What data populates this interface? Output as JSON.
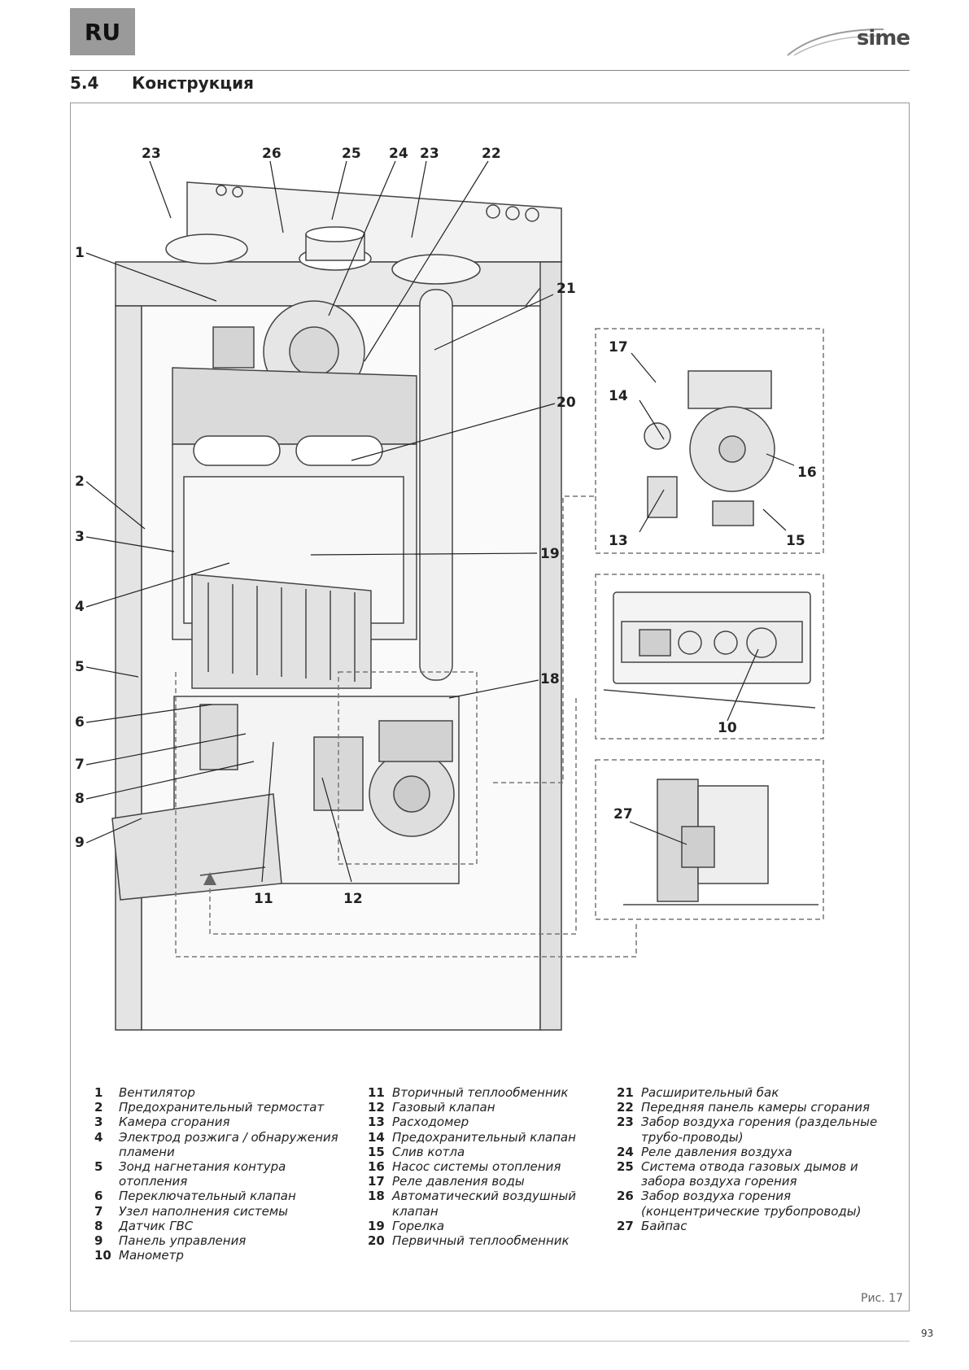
{
  "header": {
    "lang_badge": "RU",
    "logo_text": "sime"
  },
  "section": {
    "number": "5.4",
    "title": "Конструкция"
  },
  "callouts": {
    "c1": "1",
    "c2": "2",
    "c3": "3",
    "c4": "4",
    "c5": "5",
    "c6": "6",
    "c7": "7",
    "c8": "8",
    "c9": "9",
    "c10": "10",
    "c11": "11",
    "c12": "12",
    "c13": "13",
    "c14": "14",
    "c15": "15",
    "c16": "16",
    "c17": "17",
    "c18": "18",
    "c19": "19",
    "c20": "20",
    "c21": "21",
    "c22": "22",
    "c23": "23",
    "c23b": "23",
    "c24": "24",
    "c25": "25",
    "c26": "26",
    "c27": "27"
  },
  "legend": {
    "col1": [
      {
        "num": "1",
        "text": "Вентилятор"
      },
      {
        "num": "2",
        "text": "Предохранительный термостат"
      },
      {
        "num": "3",
        "text": "Камера сгорания"
      },
      {
        "num": "4",
        "text": "Электрод розжига / обнаружения пламени"
      },
      {
        "num": "5",
        "text": "Зонд нагнетания контура отопления"
      },
      {
        "num": "6",
        "text": "Переключательный клапан"
      },
      {
        "num": "7",
        "text": "Узел наполнения системы"
      },
      {
        "num": "8",
        "text": "Датчик ГВС"
      },
      {
        "num": "9",
        "text": "Панель управления"
      },
      {
        "num": "10",
        "text": "Манометр"
      }
    ],
    "col2": [
      {
        "num": "11",
        "text": "Вторичный теплообменник"
      },
      {
        "num": "12",
        "text": "Газовый клапан"
      },
      {
        "num": "13",
        "text": "Расходомер"
      },
      {
        "num": "14",
        "text": "Предохранительный клапан"
      },
      {
        "num": "15",
        "text": "Слив котла"
      },
      {
        "num": "16",
        "text": "Насос системы отопления"
      },
      {
        "num": "17",
        "text": "Реле давления воды"
      },
      {
        "num": "18",
        "text": "Автоматический воздушный клапан"
      },
      {
        "num": "19",
        "text": "Горелка"
      },
      {
        "num": "20",
        "text": "Первичный теплообменник"
      }
    ],
    "col3": [
      {
        "num": "21",
        "text": "Расширительный бак"
      },
      {
        "num": "22",
        "text": "Передняя панель камеры сгорания"
      },
      {
        "num": "23",
        "text": "Забор воздуха горения (раздельные трубо-проводы)"
      },
      {
        "num": "24",
        "text": "Реле давления воздуха"
      },
      {
        "num": "25",
        "text": "Система отвода газовых дымов и забора воздуха горения"
      },
      {
        "num": "26",
        "text": "Забор воздуха горения (концентрические трубопроводы)"
      },
      {
        "num": "27",
        "text": "Байпас"
      }
    ]
  },
  "figure_caption": "Рис. 17",
  "page_number": "93"
}
